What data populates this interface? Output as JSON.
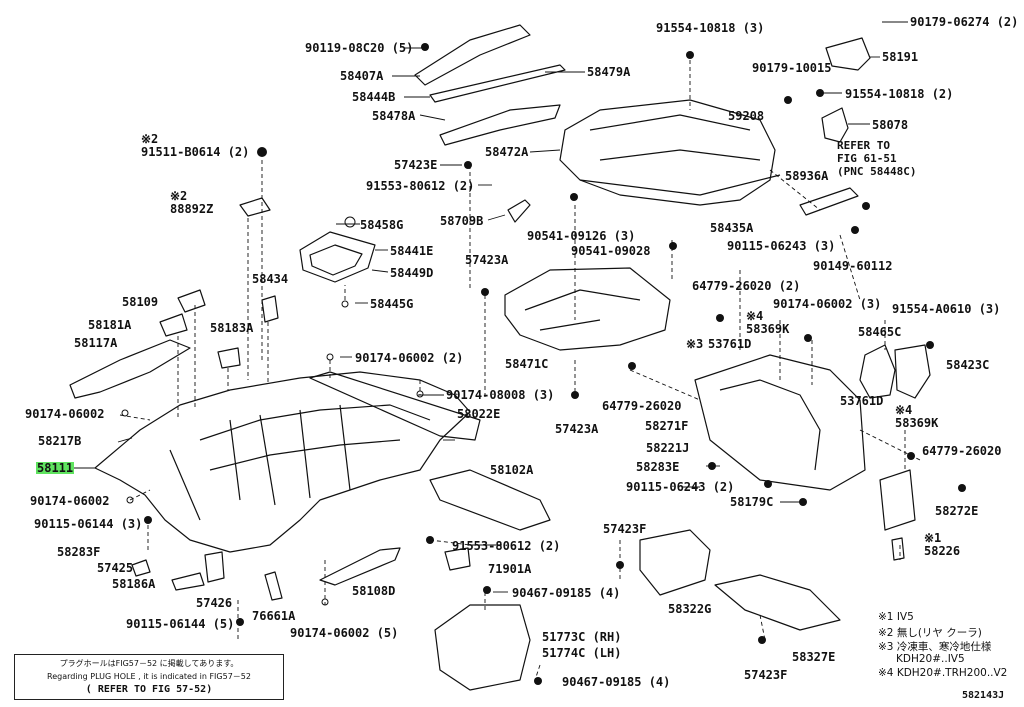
{
  "diagram_id": "582143J",
  "labels": [
    {
      "id": "90119-08C20",
      "text": "90119-08C20 (5)"
    },
    {
      "id": "58407A",
      "text": "58407A"
    },
    {
      "id": "58444B",
      "text": "58444B"
    },
    {
      "id": "58478A",
      "text": "58478A"
    },
    {
      "id": "58479A",
      "text": "58479A"
    },
    {
      "id": "91554-10818-top",
      "text": "91554-10818 (3)"
    },
    {
      "id": "90179-06274",
      "text": "90179-06274 (2)"
    },
    {
      "id": "58191",
      "text": "58191"
    },
    {
      "id": "90179-10015",
      "text": "90179-10015"
    },
    {
      "id": "91554-10818-r",
      "text": "91554-10818 (2)"
    },
    {
      "id": "58078",
      "text": "58078"
    },
    {
      "id": "refer-fig61",
      "text": "REFER TO"
    },
    {
      "id": "refer-fig61b",
      "text": "FIG 61-51"
    },
    {
      "id": "refer-fig61c",
      "text": "(PNC 58448C)"
    },
    {
      "id": "59208",
      "text": "59208"
    },
    {
      "id": "58472A",
      "text": "58472A"
    },
    {
      "id": "57423E",
      "text": "57423E"
    },
    {
      "id": "mark2a",
      "text": "※2"
    },
    {
      "id": "91511-B0614",
      "text": "91511-B0614 (2)"
    },
    {
      "id": "mark2b",
      "text": "※2"
    },
    {
      "id": "88892Z",
      "text": "88892Z"
    },
    {
      "id": "91553-80612-top",
      "text": "91553-80612 (2)"
    },
    {
      "id": "58709B",
      "text": "58709B"
    },
    {
      "id": "58936A",
      "text": "58936A"
    },
    {
      "id": "90541-09126",
      "text": "90541-09126 (3)"
    },
    {
      "id": "58435A",
      "text": "58435A"
    },
    {
      "id": "90115-06243-r",
      "text": "90115-06243 (3)"
    },
    {
      "id": "90541-09028",
      "text": "90541-09028"
    },
    {
      "id": "90149-60112",
      "text": "90149-60112"
    },
    {
      "id": "58458G",
      "text": "58458G"
    },
    {
      "id": "58441E",
      "text": "58441E"
    },
    {
      "id": "58449D",
      "text": "58449D"
    },
    {
      "id": "58434",
      "text": "58434"
    },
    {
      "id": "58445G",
      "text": "58445G"
    },
    {
      "id": "57423A-top",
      "text": "57423A"
    },
    {
      "id": "64779-26020-top",
      "text": "64779-26020 (2)"
    },
    {
      "id": "90174-06002-r3",
      "text": "90174-06002 (3)"
    },
    {
      "id": "91554-A0610",
      "text": "91554-A0610 (3)"
    },
    {
      "id": "mark4a",
      "text": "※4"
    },
    {
      "id": "58369K-a",
      "text": "58369K"
    },
    {
      "id": "58465C",
      "text": "58465C"
    },
    {
      "id": "58109",
      "text": "58109"
    },
    {
      "id": "58181A",
      "text": "58181A"
    },
    {
      "id": "58183A",
      "text": "58183A"
    },
    {
      "id": "58117A",
      "text": "58117A"
    },
    {
      "id": "mark3",
      "text": "※3"
    },
    {
      "id": "53761D-a",
      "text": "53761D"
    },
    {
      "id": "58423C",
      "text": "58423C"
    },
    {
      "id": "90174-06002-2",
      "text": "90174-06002 (2)"
    },
    {
      "id": "58471C",
      "text": "58471C"
    },
    {
      "id": "90174-08008",
      "text": "90174-08008 (3)"
    },
    {
      "id": "64779-26020-m",
      "text": "64779-26020"
    },
    {
      "id": "53761D-b",
      "text": "53761D"
    },
    {
      "id": "90174-06002-l",
      "text": "90174-06002"
    },
    {
      "id": "58022E",
      "text": "58022E"
    },
    {
      "id": "58271F",
      "text": "58271F"
    },
    {
      "id": "mark4b",
      "text": "※4"
    },
    {
      "id": "58369K-b",
      "text": "58369K"
    },
    {
      "id": "58217B",
      "text": "58217B"
    },
    {
      "id": "57423A-m",
      "text": "57423A"
    },
    {
      "id": "58221J",
      "text": "58221J"
    },
    {
      "id": "64779-26020-r",
      "text": "64779-26020"
    },
    {
      "id": "58111",
      "text": "58111",
      "highlight": true
    },
    {
      "id": "58102A",
      "text": "58102A"
    },
    {
      "id": "58283E",
      "text": "58283E"
    },
    {
      "id": "90174-06002-l2",
      "text": "90174-06002"
    },
    {
      "id": "90115-06243-2",
      "text": "90115-06243 (2)"
    },
    {
      "id": "90115-06144-3",
      "text": "90115-06144 (3)"
    },
    {
      "id": "58179C",
      "text": "58179C"
    },
    {
      "id": "58272E",
      "text": "58272E"
    },
    {
      "id": "57423F-top",
      "text": "57423F"
    },
    {
      "id": "mark1",
      "text": "※1"
    },
    {
      "id": "58283F",
      "text": "58283F"
    },
    {
      "id": "91553-80612-b",
      "text": "91553-80612 (2)"
    },
    {
      "id": "58226",
      "text": "58226"
    },
    {
      "id": "57425",
      "text": "57425"
    },
    {
      "id": "71901A",
      "text": "71901A"
    },
    {
      "id": "58186A",
      "text": "58186A"
    },
    {
      "id": "58322G",
      "text": "58322G"
    },
    {
      "id": "90467-09185-a",
      "text": "90467-09185 (4)"
    },
    {
      "id": "58108D",
      "text": "58108D"
    },
    {
      "id": "57426",
      "text": "57426"
    },
    {
      "id": "76661A",
      "text": "76661A"
    },
    {
      "id": "90115-06144-5",
      "text": "90115-06144 (5)"
    },
    {
      "id": "90174-06002-5",
      "text": "90174-06002 (5)"
    },
    {
      "id": "51773C",
      "text": "51773C (RH)"
    },
    {
      "id": "51774C",
      "text": "51774C (LH)"
    },
    {
      "id": "58327E",
      "text": "58327E"
    },
    {
      "id": "90467-09185-b",
      "text": "90467-09185 (4)"
    },
    {
      "id": "57423F-b",
      "text": "57423F"
    },
    {
      "id": "582143J",
      "text": "582143J"
    }
  ],
  "notes": [
    "※1 IV5",
    "※2 無し(リヤ クーラ)",
    "※3 冷凍車、寒冷地仕様",
    "KDH20#..IV5",
    "※4 KDH20#.TRH200..V2"
  ],
  "legend_box": {
    "line1": "プラグホールはFIG57－52 に掲載してあります。",
    "line2": "Regarding PLUG HOLE , it is indicated in FIG57－52",
    "line3": "( REFER TO FIG 57-52)"
  },
  "colors": {
    "highlight": "#5fe35f",
    "ink": "#111111"
  }
}
